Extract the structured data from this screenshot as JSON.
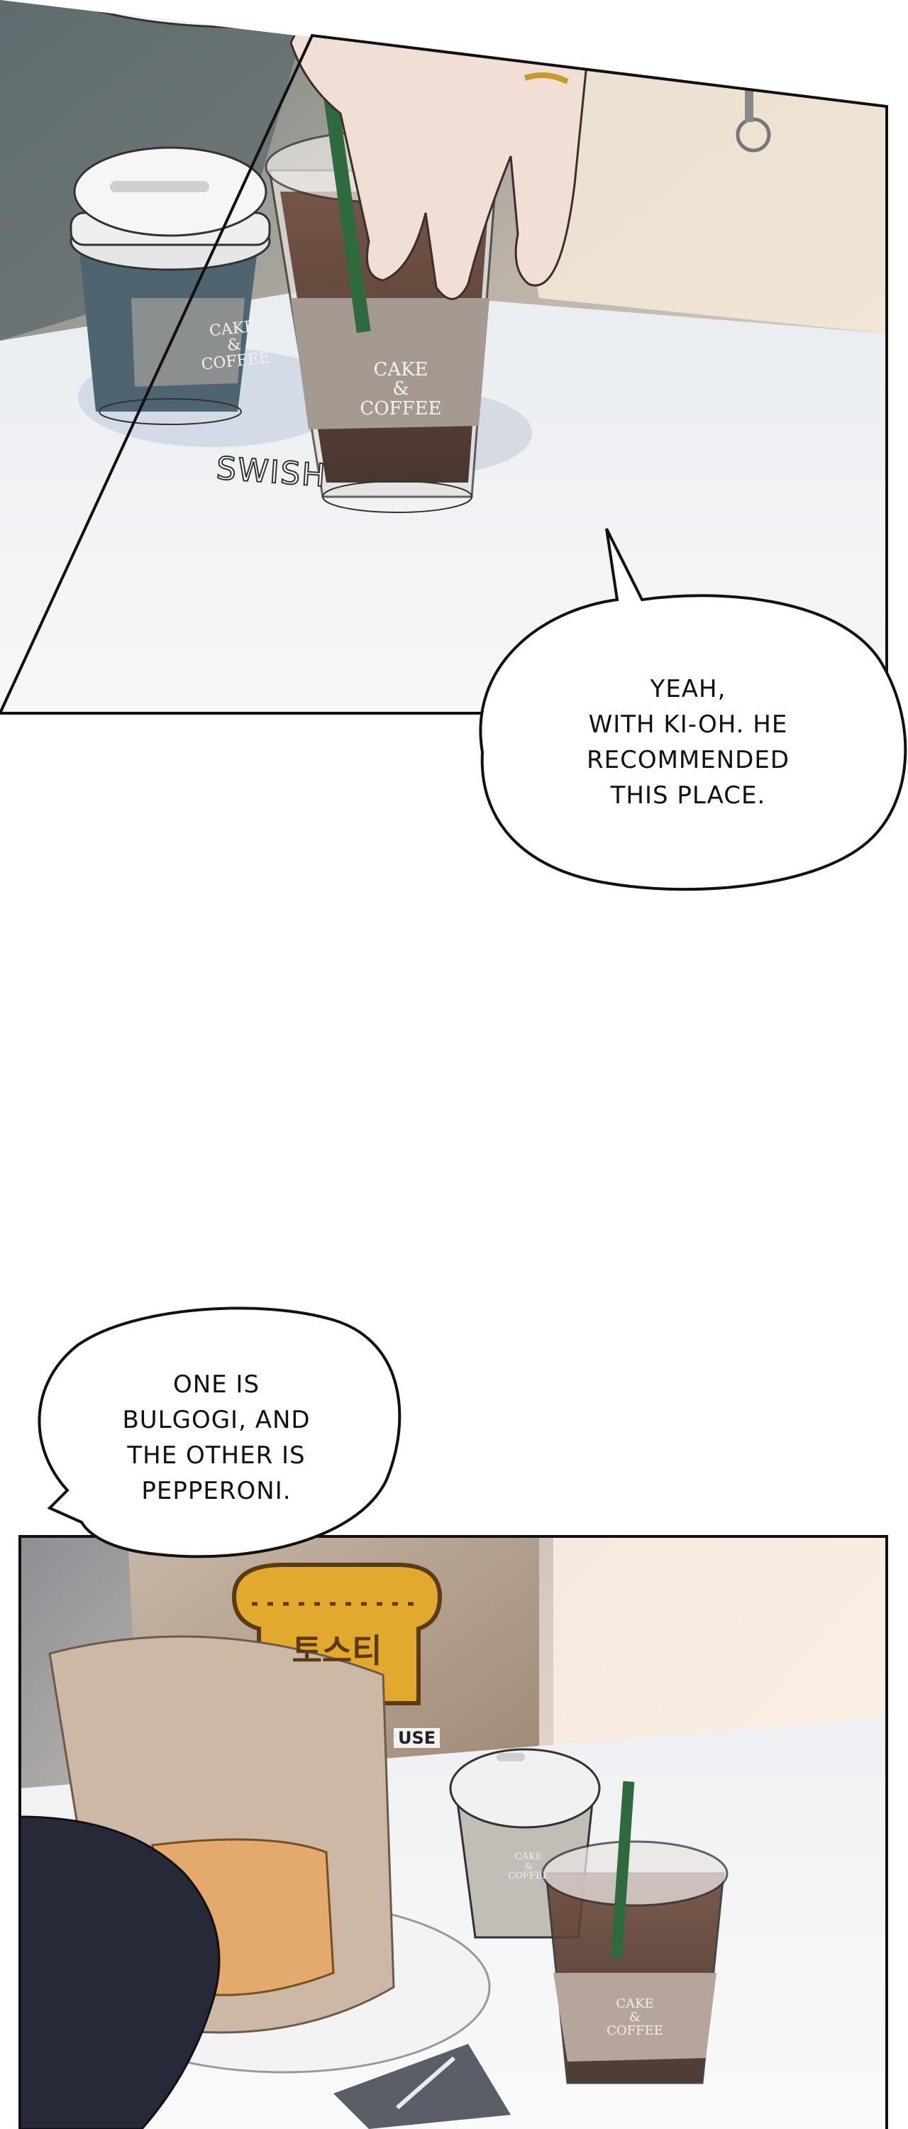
{
  "panel1": {
    "sfx": "SWISH",
    "cup_label_left": [
      "CAKE",
      "&",
      "COFFEE"
    ],
    "cup_label_right": [
      "CAKE",
      "&",
      "COFFEE"
    ]
  },
  "bubble1": {
    "lines": [
      "YEAH,",
      "WITH KI-OH. HE",
      "RECOMMENDED",
      "THIS PLACE."
    ]
  },
  "bubble2": {
    "lines": [
      "ONE IS",
      "BULGOGI, AND",
      "THE OTHER IS",
      "PEPPERONI."
    ]
  },
  "panel2": {
    "bag_text": "USE",
    "logo_text": "토스티",
    "cup_label_right": [
      "CAKE",
      "&",
      "COFFEE"
    ],
    "cup_label_left": [
      "CAKE",
      "&",
      "COFFEE"
    ]
  }
}
